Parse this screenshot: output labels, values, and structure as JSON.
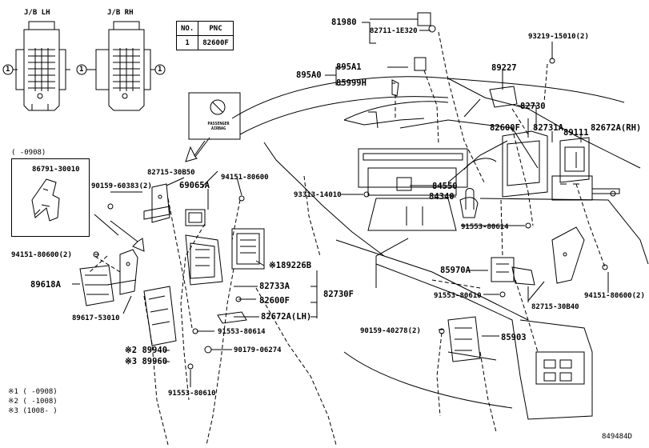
{
  "boxes": {
    "jb_lh": "J/B LH",
    "jb_rh": "J/B RH",
    "circle_one": "1",
    "inset_period": "(    -0908)"
  },
  "pnc_table": {
    "header_no": "NO.",
    "header_pnc": "PNC",
    "row_no": "1",
    "row_pnc": "82600F"
  },
  "switch_caption": "PASSENGER AIRBAG",
  "parts": {
    "p81980": "81980",
    "p82711_1E320": "82711-1E320",
    "p93219_15010": "93219-15010(2)",
    "p895A1": "895A1",
    "p895A0": "895A0",
    "p85999H": "85999H",
    "p89227": "89227",
    "p82730": "82730",
    "p82600F_top": "82600F",
    "p82731A": "82731A",
    "p89111": "89111",
    "p82672A_RH": "82672A(RH)",
    "p86791_30010": "86791-30010",
    "p82715_30B50": "82715-30B50",
    "p94151_80600_a": "94151-80600",
    "p90159_60383": "90159-60383(2)",
    "p69065A": "69065A",
    "p84550": "84550",
    "p93313_14010": "93313-14010",
    "p84340": "84340",
    "p91553_80614_r": "91553-80614",
    "p94151_80600_2": "94151-80600(2)",
    "p89226B": "※189226B",
    "p89618A": "89618A",
    "p85970A": "85970A",
    "p82733A": "82733A",
    "p82730F": "82730F",
    "p82600F_mid": "82600F",
    "p91553_80610_r": "91553-80610",
    "p89617_53010": "89617-53010",
    "p82672A_LH": "82672A(LH)",
    "p82715_30B40": "82715-30B40",
    "p94151_80600_2r": "94151-80600(2)",
    "p91553_80614_m": "91553-80614",
    "p90159_40278": "90159-40278(2)",
    "p85903": "85903",
    "p89940": "※2 89940",
    "p89960": "※3 89960",
    "p90179_06274": "90179-06274",
    "p91553_80610_b": "91553-80610"
  },
  "notes": {
    "n1": "※1 (    -0908)",
    "n2": "※2 (    -1008)",
    "n3": "※3 (1008-    )"
  },
  "diagram_code": "849484D"
}
